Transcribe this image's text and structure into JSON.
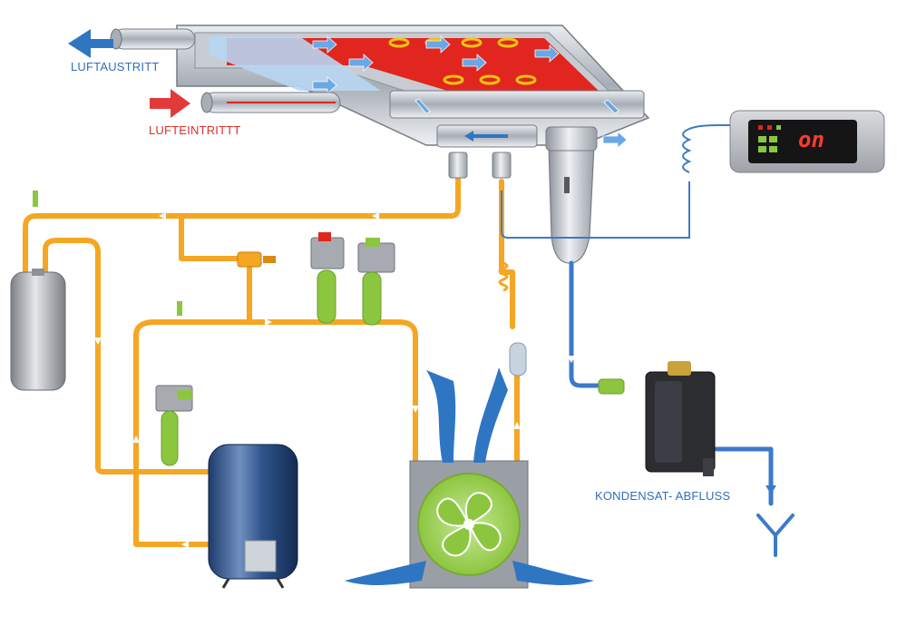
{
  "labels": {
    "air_outlet": "LUFTAUSTRITT",
    "air_inlet": "LUFTEINTRITTT",
    "condensate_drain": "KONDENSAT- ABFLUSS"
  },
  "controller": {
    "display_text": "on"
  },
  "colors": {
    "refrigerant_line": "#f5a623",
    "air_line": "#3b7ac9",
    "air_out_arrow": "#2f76c2",
    "air_in_arrow": "#e23a3a",
    "label_blue": "#2f6fbd",
    "label_red": "#d9312a",
    "valve_green": "#8cc63f",
    "exchanger_red": "#e0261f",
    "lcd_red": "#ff3b30"
  }
}
